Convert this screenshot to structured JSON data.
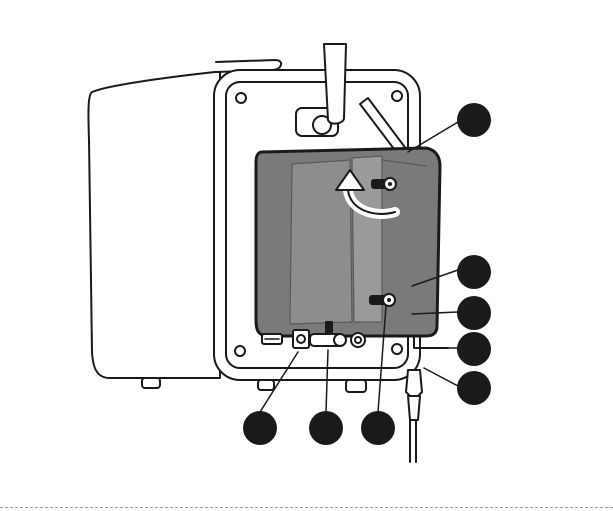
{
  "figure": {
    "type": "exploded-assembly-diagram",
    "colors": {
      "line": "#1a1a1a",
      "panel_fill": "#7a7a7a",
      "panel_inner": "#9a9a9a",
      "callout_fill": "#1a1a1a",
      "background": "#ffffff"
    },
    "callouts": [
      {
        "id": "callout-1",
        "label": ""
      },
      {
        "id": "callout-2",
        "label": ""
      },
      {
        "id": "callout-3",
        "label": ""
      },
      {
        "id": "callout-4",
        "label": ""
      },
      {
        "id": "callout-5",
        "label": ""
      },
      {
        "id": "callout-6",
        "label": ""
      },
      {
        "id": "callout-7",
        "label": ""
      },
      {
        "id": "callout-8",
        "label": ""
      }
    ],
    "parts": [
      "speaker-cabinet",
      "back-panel",
      "cover-plate",
      "antenna",
      "hex-key",
      "screw-upper",
      "screw-lower",
      "rotate-arrow",
      "usb-port",
      "dc-jack",
      "aux-port",
      "power-cable"
    ]
  }
}
